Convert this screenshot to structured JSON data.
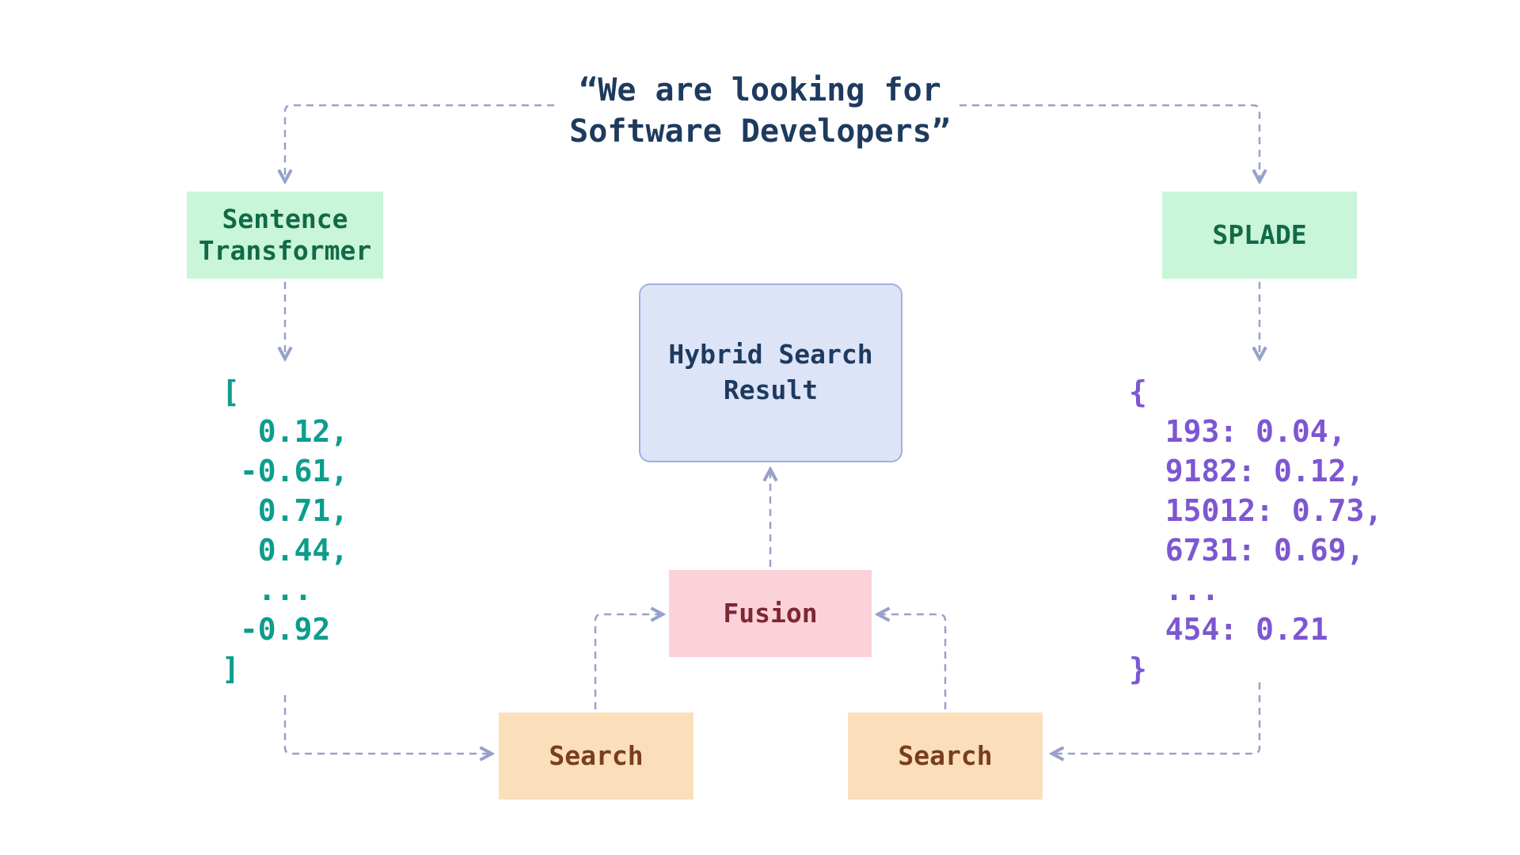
{
  "palette": {
    "background": "#ffffff",
    "quote_text": "#1e3a5f",
    "green_box_bg": "#c9f5d9",
    "green_box_text": "#116a47",
    "dense_vector_text": "#0d9d8d",
    "sparse_vector_text": "#7d57d1",
    "hybrid_box_bg": "#dde4f8",
    "hybrid_box_border": "#9fb0e0",
    "hybrid_box_text": "#1e3a5f",
    "fusion_box_bg": "#fbd2d9",
    "fusion_box_text": "#7d2735",
    "search_box_bg": "#fbdfbb",
    "search_box_text": "#7a3e1d",
    "arrow_color": "#97a1c9"
  },
  "diagram": {
    "query": {
      "lines": [
        "“We are looking for",
        "Software Developers”"
      ]
    },
    "nodes": {
      "sentence_transformer": {
        "label": "Sentence Transformer"
      },
      "splade": {
        "label": "SPLADE"
      },
      "hybrid_result": {
        "label": "Hybrid Search Result"
      },
      "fusion": {
        "label": "Fusion"
      },
      "search_dense": {
        "label": "Search"
      },
      "search_sparse": {
        "label": "Search"
      }
    },
    "outputs": {
      "dense_vector": {
        "lines": [
          "[",
          "  0.12,",
          " -0.61,",
          "  0.71,",
          "  0.44,",
          "  ...",
          " -0.92",
          "]"
        ]
      },
      "sparse_vector": {
        "lines": [
          "{",
          "  193: 0.04,",
          "  9182: 0.12,",
          "  15012: 0.73,",
          "  6731: 0.69,",
          "  ...",
          "  454: 0.21",
          "}"
        ]
      }
    }
  }
}
